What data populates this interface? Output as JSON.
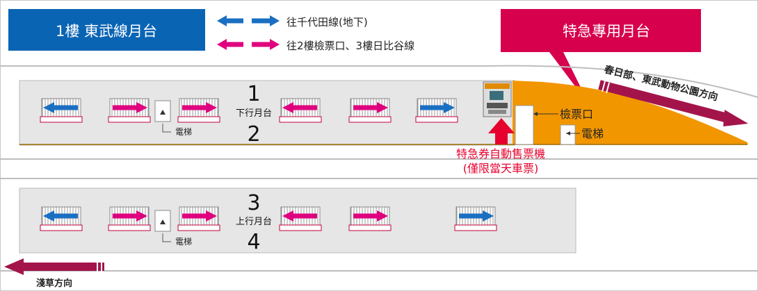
{
  "title_box": {
    "label": "1樓 東武線月台",
    "color": "#0a64b4"
  },
  "legend": {
    "blue": {
      "label": "往千代田線(地下)",
      "color": "#1a6fc2"
    },
    "pink": {
      "label": "往2樓檢票口、3樓日比谷線",
      "color": "#e0007f"
    }
  },
  "express_box": {
    "label": "特急專用月台",
    "color": "#d6004d"
  },
  "direction_up": {
    "label": "春日部、東武動物公園方向",
    "color": "#a3154a"
  },
  "direction_down": {
    "label": "淺草方向",
    "color": "#a3154a"
  },
  "platform_a": {
    "track_top": "1",
    "track_bottom": "2",
    "name": "下行月台",
    "elevator": "電梯"
  },
  "platform_b": {
    "track_top": "3",
    "track_bottom": "4",
    "name": "上行月台",
    "elevator": "電梯"
  },
  "express_area": {
    "color": "#f29600",
    "gate": "檢票口",
    "elevator": "電梯"
  },
  "ticket_machine": {
    "line1": "特急券自動售票機",
    "line2": "(僅限當天車票)",
    "color": "#e6002d"
  },
  "platform_a_stairs": [
    "blue-left",
    "pink-right",
    "pink-right",
    "pink-left",
    "pink-right",
    "blue-right"
  ],
  "platform_b_stairs": [
    "blue-left",
    "pink-right",
    "pink-right",
    "pink-left",
    "pink-right",
    "blue-right"
  ]
}
